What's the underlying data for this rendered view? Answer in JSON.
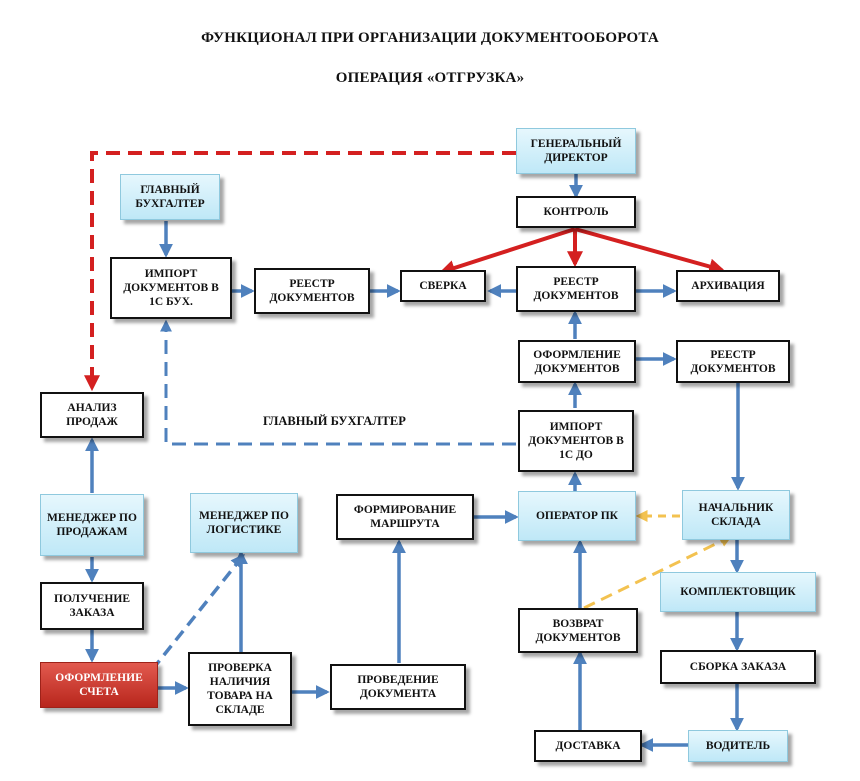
{
  "header": {
    "title": "ФУНКЦИОНАЛ ПРИ ОРГАНИЗАЦИИ ДОКУМЕНТООБОРОТА",
    "subtitle": "ОПЕРАЦИЯ «ОТГРУЗКА»"
  },
  "nodes": {
    "gen_director": "ГЕНЕРАЛЬНЫЙ ДИРЕКТОР",
    "control": "КОНТРОЛЬ",
    "chief_accountant": "ГЛАВНЫЙ БУХГАЛТЕР",
    "import_1c_buh": "ИМПОРТ ДОКУМЕНТОВ В 1С БУХ.",
    "registry_1": "РЕЕСТР ДОКУМЕНТОВ",
    "reconciliation": "СВЕРКА",
    "registry_2": "РЕЕСТР ДОКУМЕНТОВ",
    "archiving": "АРХИВАЦИЯ",
    "doc_processing": "ОФОРМЛЕНИЕ ДОКУМЕНТОВ",
    "registry_3": "РЕЕСТР ДОКУМЕНТОВ",
    "sales_analysis": "АНАЛИЗ ПРОДАЖ",
    "import_1c_do": "ИМПОРТ ДОКУМЕНТОВ В 1С ДО",
    "chief_accountant_label": "ГЛАВНЫЙ БУХГАЛТЕР",
    "sales_manager": "МЕНЕДЖЕР ПО ПРОДАЖАМ",
    "logistics_manager": "МЕНЕДЖЕР ПО ЛОГИСТИКЕ",
    "route_forming": "ФОРМИРОВАНИЕ МАРШРУТА",
    "pc_operator": "ОПЕРАТОР ПК",
    "warehouse_head": "НАЧАЛЬНИК СКЛАДА",
    "order_receipt": "ПОЛУЧЕНИЕ ЗАКАЗА",
    "picker": "КОМПЛЕКТОВЩИК",
    "doc_return": "ВОЗВРАТ ДОКУМЕНТОВ",
    "invoice": "ОФОРМЛЕНИЕ СЧЕТА",
    "stock_check": "ПРОВЕРКА НАЛИЧИЯ ТОВАРА НА СКЛАДЕ",
    "doc_posting": "ПРОВЕДЕНИЕ ДОКУМЕНТА",
    "order_assembly": "СБОРКА ЗАКАЗА",
    "delivery": "ДОСТАВКА",
    "driver": "ВОДИТЕЛЬ"
  },
  "colors": {
    "solid_arrow": "#4f81bd",
    "control_arrow": "#d42020",
    "dashed_red": "#d42020",
    "dashed_blue": "#4f81bd",
    "dashed_yellow": "#f3c250",
    "highlight_box": "#c0392b"
  }
}
